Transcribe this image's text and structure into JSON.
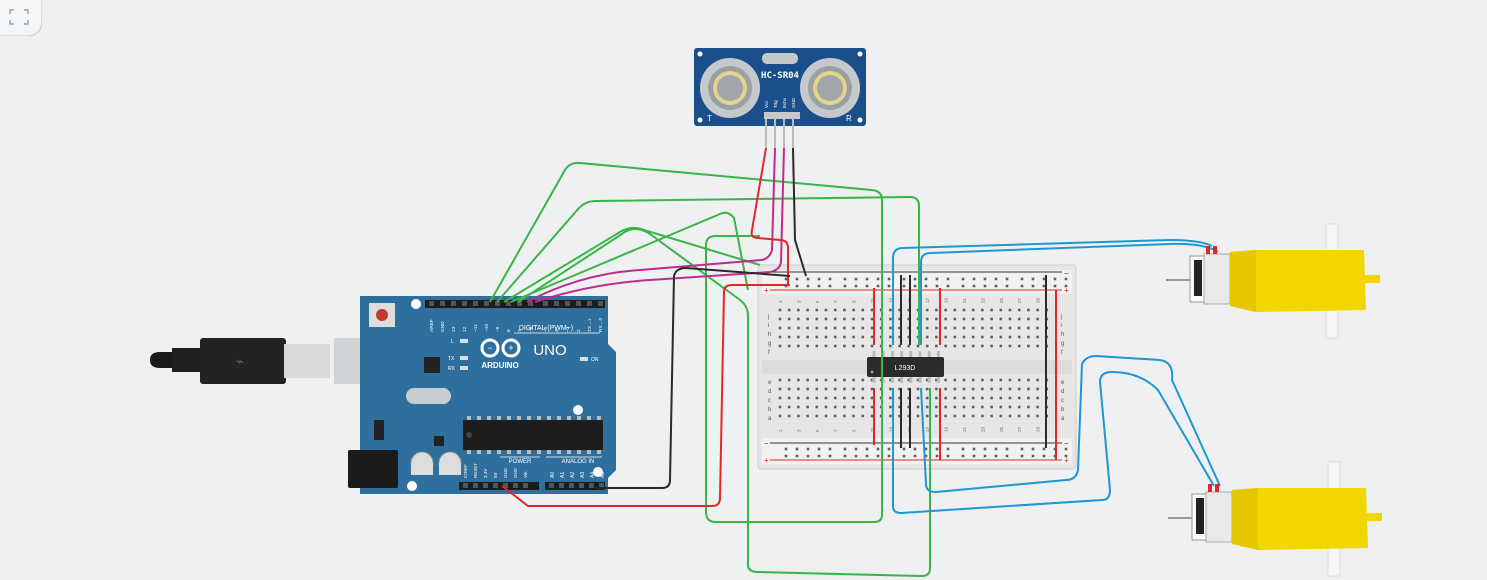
{
  "sensor": {
    "model": "HC-SR04",
    "left_mark": "T",
    "right_mark": "R",
    "pins": [
      "Vcc",
      "Trig",
      "Echo",
      "GND"
    ]
  },
  "arduino": {
    "brand": "ARDUINO",
    "model": "UNO",
    "digital_label": "DIGITAL (PWM~)",
    "power_label": "POWER",
    "analog_label": "ANALOG IN",
    "on_label": "ON",
    "led_labels": [
      "L",
      "TX",
      "RX"
    ],
    "top_headers": [
      "AREF",
      "GND",
      "13",
      "12",
      "~11",
      "~10",
      "~9",
      "8",
      "7",
      "~6",
      "~5",
      "4",
      "~3",
      "2",
      "TX→1",
      "RX←0"
    ],
    "power_headers": [
      "IOREF",
      "RESET",
      "3.3V",
      "5V",
      "GND",
      "GND",
      "Vin"
    ],
    "analog_headers": [
      "A0",
      "A1",
      "A2",
      "A3",
      "A4",
      "A5"
    ]
  },
  "breadboard": {
    "col_numbers": [
      "1",
      "3",
      "5",
      "7",
      "9",
      "11",
      "13",
      "15",
      "17",
      "19",
      "21",
      "23",
      "25",
      "27",
      "29"
    ],
    "rows_top": [
      "j",
      "i",
      "h",
      "g",
      "f"
    ],
    "rows_bottom": [
      "e",
      "d",
      "c",
      "b",
      "a"
    ],
    "minus": "−",
    "plus": "+"
  },
  "chip": {
    "label": "L293D"
  },
  "colors": {
    "wire_green": "#3ab54a",
    "wire_red": "#e3262a",
    "wire_black": "#2a2a2a",
    "wire_blue": "#1f97d4",
    "wire_magenta": "#c22b8c",
    "board_blue": "#2f6f9e",
    "sensor_blue": "#1b4f8c",
    "motor_yellow": "#f2d600",
    "bg": "#eef0f1"
  },
  "icons": [
    "fullscreen-icon"
  ]
}
